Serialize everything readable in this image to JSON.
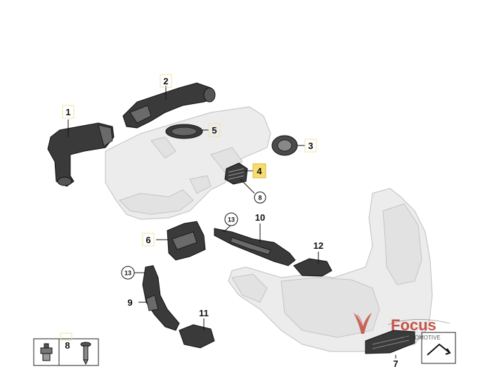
{
  "diagram": {
    "callouts": [
      {
        "id": "1",
        "label": "1"
      },
      {
        "id": "2",
        "label": "2"
      },
      {
        "id": "3",
        "label": "3"
      },
      {
        "id": "4",
        "label": "4",
        "highlighted": true
      },
      {
        "id": "5",
        "label": "5"
      },
      {
        "id": "6",
        "label": "6"
      },
      {
        "id": "7",
        "label": "7"
      },
      {
        "id": "8",
        "label": "8"
      },
      {
        "id": "9",
        "label": "9"
      },
      {
        "id": "10",
        "label": "10"
      },
      {
        "id": "11",
        "label": "11"
      },
      {
        "id": "12",
        "label": "12"
      }
    ],
    "circled_callouts": [
      {
        "id": "8c",
        "label": "8"
      },
      {
        "id": "13a",
        "label": "13"
      },
      {
        "id": "13b",
        "label": "13"
      }
    ],
    "legend_box_label": "8",
    "highlight_color": "#f7dc6f"
  },
  "watermark": {
    "brand": "Focus",
    "tagline": "AUTOMOTIVE",
    "brand_color": "#c0392b"
  },
  "icons": [
    "bolt-icon",
    "screw-icon",
    "stamp-icon"
  ]
}
